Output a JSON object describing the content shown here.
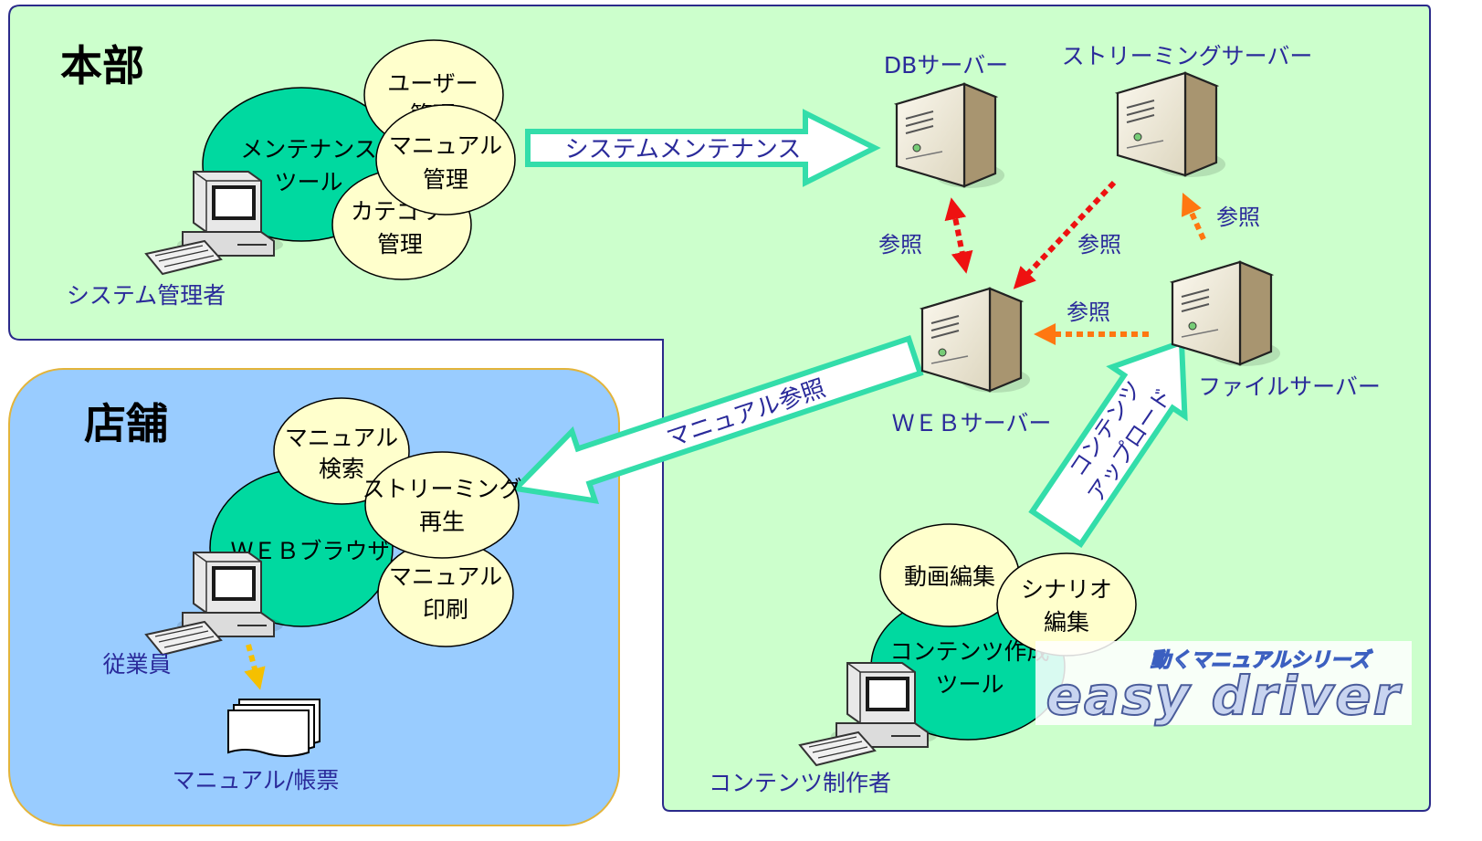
{
  "regions": {
    "honbu": "本部",
    "tenpo": "店舗"
  },
  "actors": {
    "admin": "システム管理者",
    "employee": "従業員",
    "creator": "コンテンツ制作者"
  },
  "tools": {
    "maintenance": [
      "メンテナンス",
      "ツール"
    ],
    "user_mgmt": [
      "ユーザー",
      "管理"
    ],
    "manual_mgmt": [
      "マニュアル",
      "管理"
    ],
    "category_mgmt": [
      "カテゴリ",
      "管理"
    ],
    "browser": "ＷＥＢブラウザ",
    "manual_search": [
      "マニュアル",
      "検索"
    ],
    "streaming_play": [
      "ストリーミング",
      "再生"
    ],
    "manual_print": [
      "マニュアル",
      "印刷"
    ],
    "content_tool": [
      "コンテンツ作成",
      "ツール"
    ],
    "video_edit": "動画編集",
    "scenario_edit": [
      "シナリオ",
      "編集"
    ]
  },
  "servers": {
    "db": "DBサーバー",
    "streaming": "ストリーミングサーバー",
    "web": "ＷＥＢサーバー",
    "file": "ファイルサーバー"
  },
  "arrows": {
    "system_maintenance": "システムメンテナンス",
    "manual_reference": "マニュアル参照",
    "content_upload": [
      "コンテンツ",
      "アップロード"
    ],
    "ref_db": "参照",
    "ref_streaming": "参照",
    "ref_file_web": "参照",
    "ref_file_streaming": "参照"
  },
  "output_label": "マニュアル/帳票",
  "logo": {
    "subtitle": "動くマニュアルシリーズ",
    "title": "easy driver"
  },
  "colors": {
    "headquarters_bg": "#ccffcc",
    "store_bg": "#99ccff",
    "tool_ellipse": "#00d9a0",
    "sub_ellipse": "#ffffcc",
    "arrow_outline": "#33ddaa",
    "ref_red": "#ee1111",
    "ref_orange": "#ff7711",
    "label_blue": "#2a2a9a"
  }
}
